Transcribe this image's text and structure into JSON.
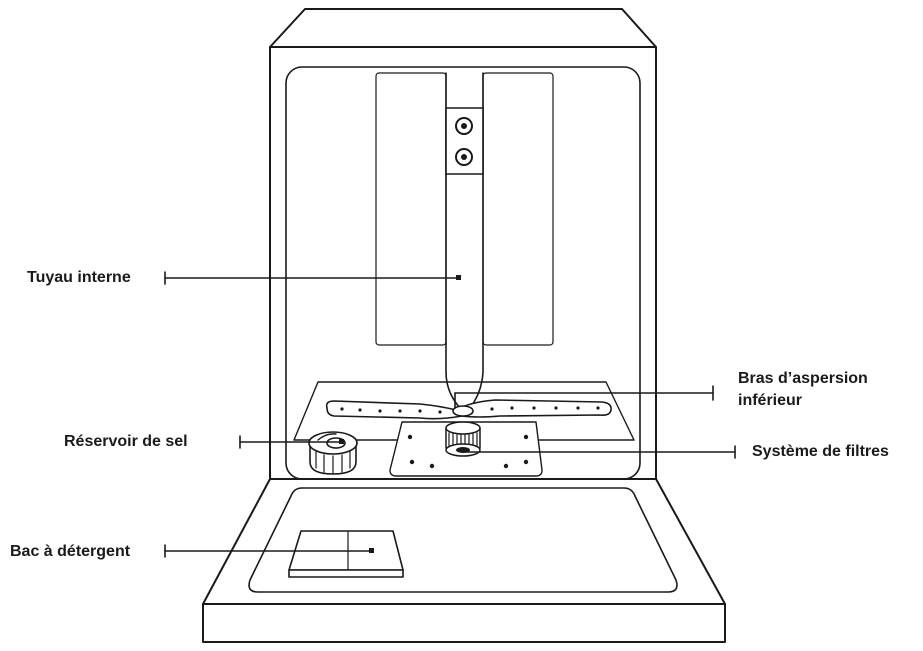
{
  "labels": {
    "inner_pipe": "Tuyau interne",
    "lower_spray_arm_line1": "Bras d’aspersion",
    "lower_spray_arm_line2": "inférieur",
    "salt_reservoir": "Réservoir de sel",
    "filter_system": "Système de filtres",
    "detergent_tray": "Bac à détergent"
  },
  "colors": {
    "line": "#1a1a1a",
    "text": "#1a1a1a",
    "background": "#ffffff"
  }
}
